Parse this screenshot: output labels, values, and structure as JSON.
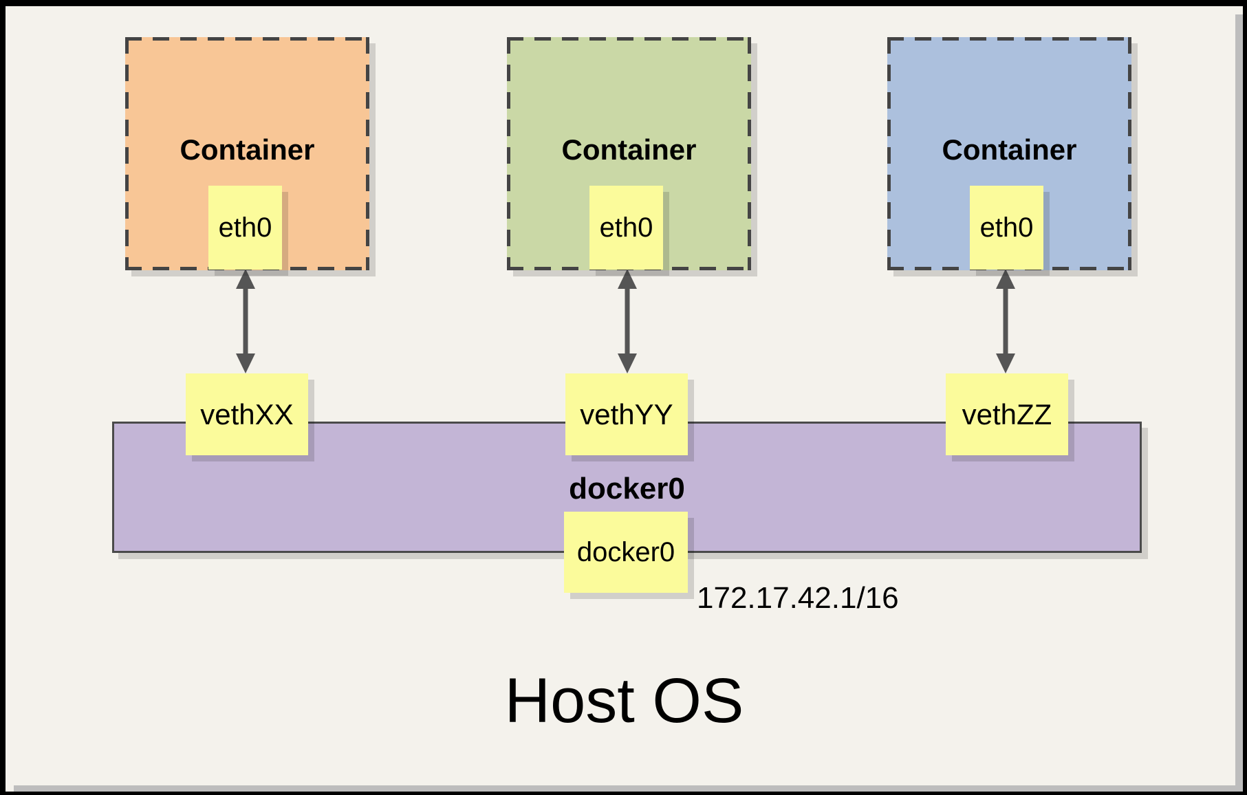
{
  "diagram": {
    "host": {
      "label": "Host OS"
    },
    "containers": [
      {
        "label": "Container",
        "interface_label": "eth0",
        "veth_label": "vethXX",
        "fill": "#F8C696"
      },
      {
        "label": "Container",
        "interface_label": "eth0",
        "veth_label": "vethYY",
        "fill": "#CAD8A6"
      },
      {
        "label": "Container",
        "interface_label": "eth0",
        "veth_label": "vethZZ",
        "fill": "#ACC0DD"
      }
    ],
    "bridge": {
      "title": "docker0",
      "interface_label": "docker0",
      "ip": "172.17.42.1/16",
      "fill": "#C3B5D6"
    },
    "colors": {
      "canvas_background": "#F4F2EC",
      "frame_border": "#000000",
      "note_fill": "#FBFB9B",
      "dashed_border": "#444444",
      "band_border": "#4A4A4A",
      "arrow": "#555555",
      "edge_shadow": "#BDBDBD"
    }
  }
}
